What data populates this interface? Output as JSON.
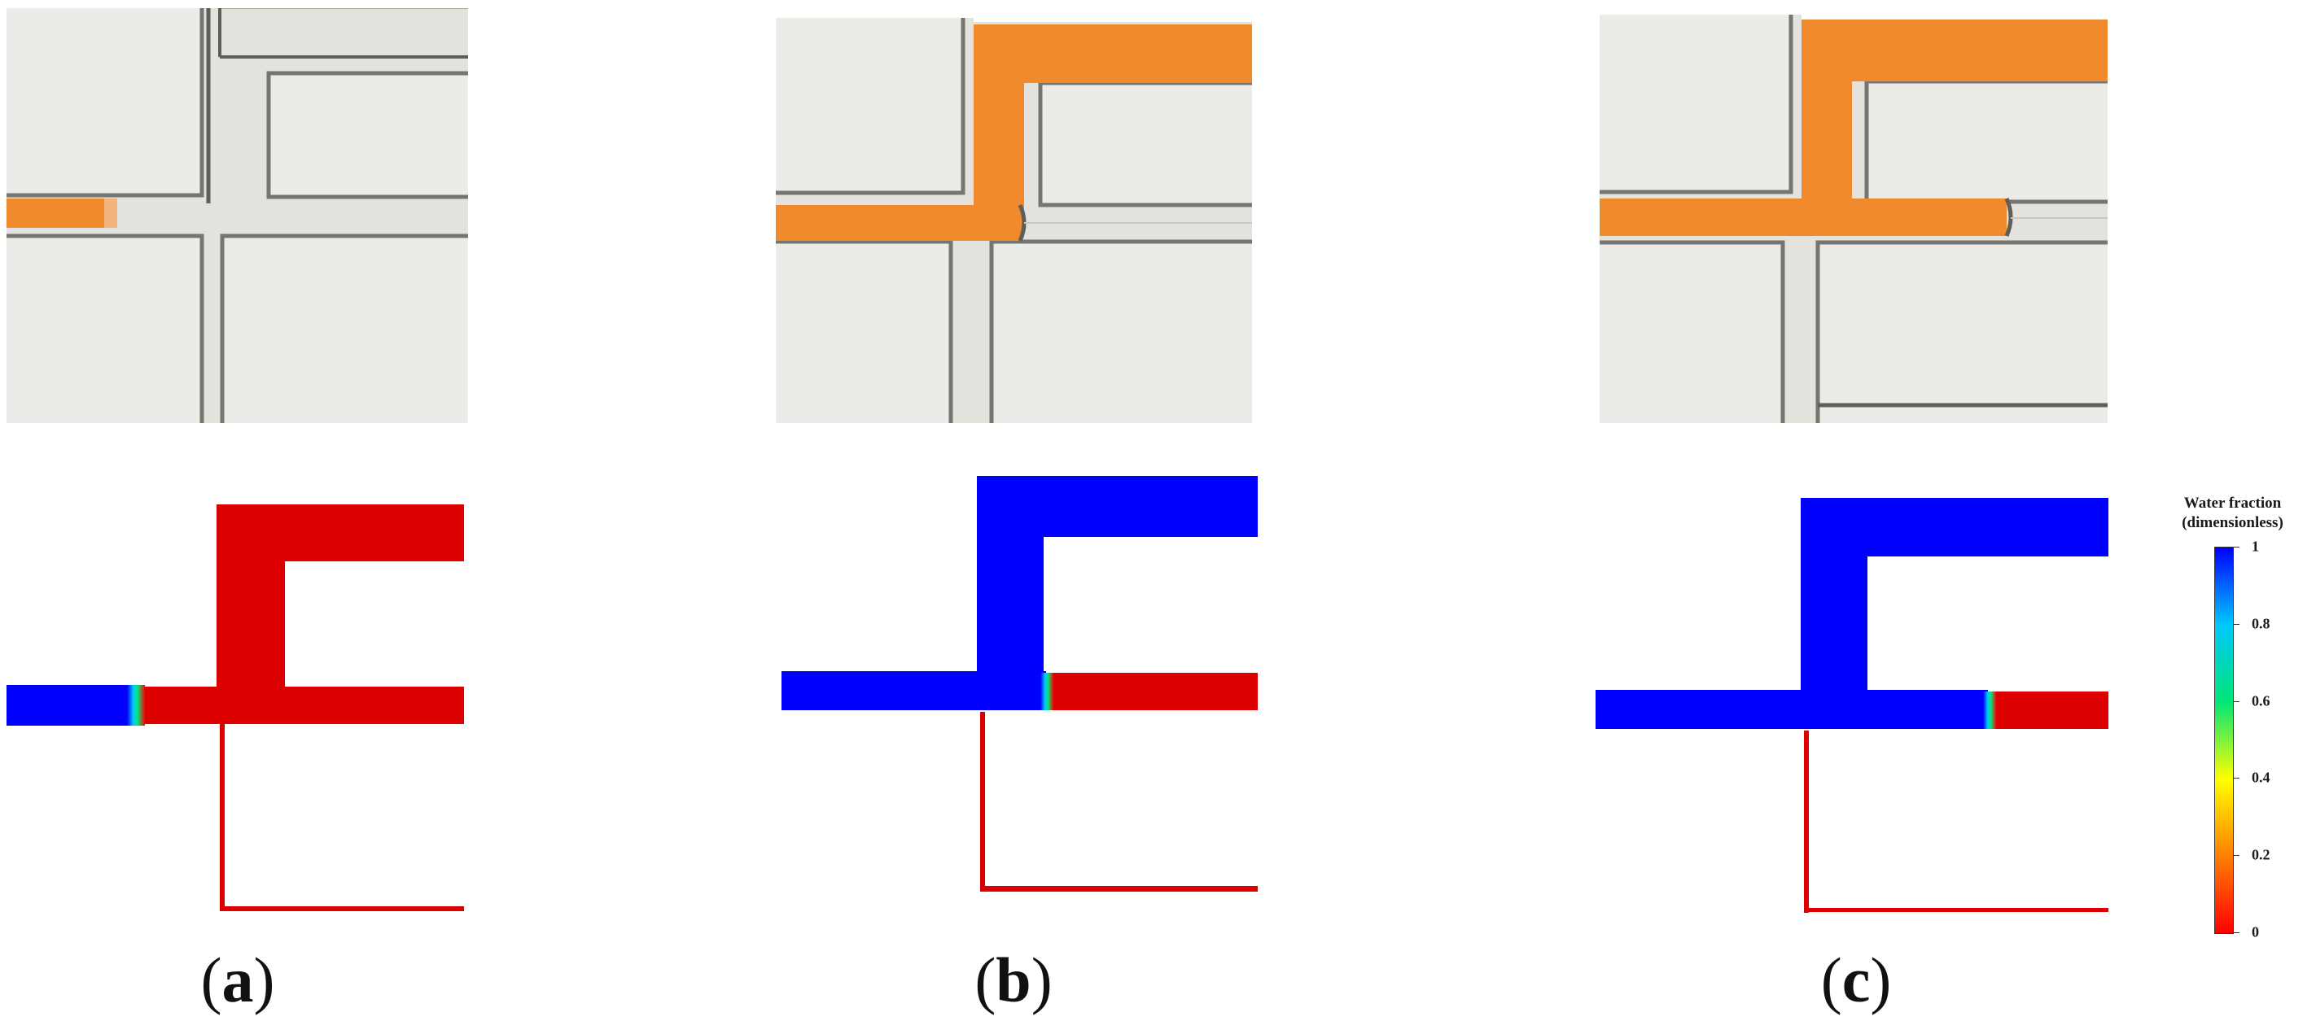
{
  "panels": [
    {
      "id": "a",
      "label_open": "(",
      "label_letter": "a",
      "label_close": ")"
    },
    {
      "id": "b",
      "label_open": "(",
      "label_letter": "b",
      "label_close": ")"
    },
    {
      "id": "c",
      "label_open": "(",
      "label_letter": "c",
      "label_close": ")"
    }
  ],
  "colorbar": {
    "title_line1": "Water fraction",
    "title_line2": "(dimensionless)",
    "ticks": [
      "1",
      "0.8",
      "0.6",
      "0.4",
      "0.2",
      "0"
    ],
    "colors": [
      "#0000ff",
      "#00c8ff",
      "#00e676",
      "#ffff00",
      "#ff7f00",
      "#ff0000"
    ]
  },
  "colors": {
    "oil_photo": "#f08a2c",
    "chip_background": "#e2e1dc",
    "channel_edge": "#6d6b66",
    "water_sim": "#0000ff",
    "oil_sim": "#dd0000"
  }
}
